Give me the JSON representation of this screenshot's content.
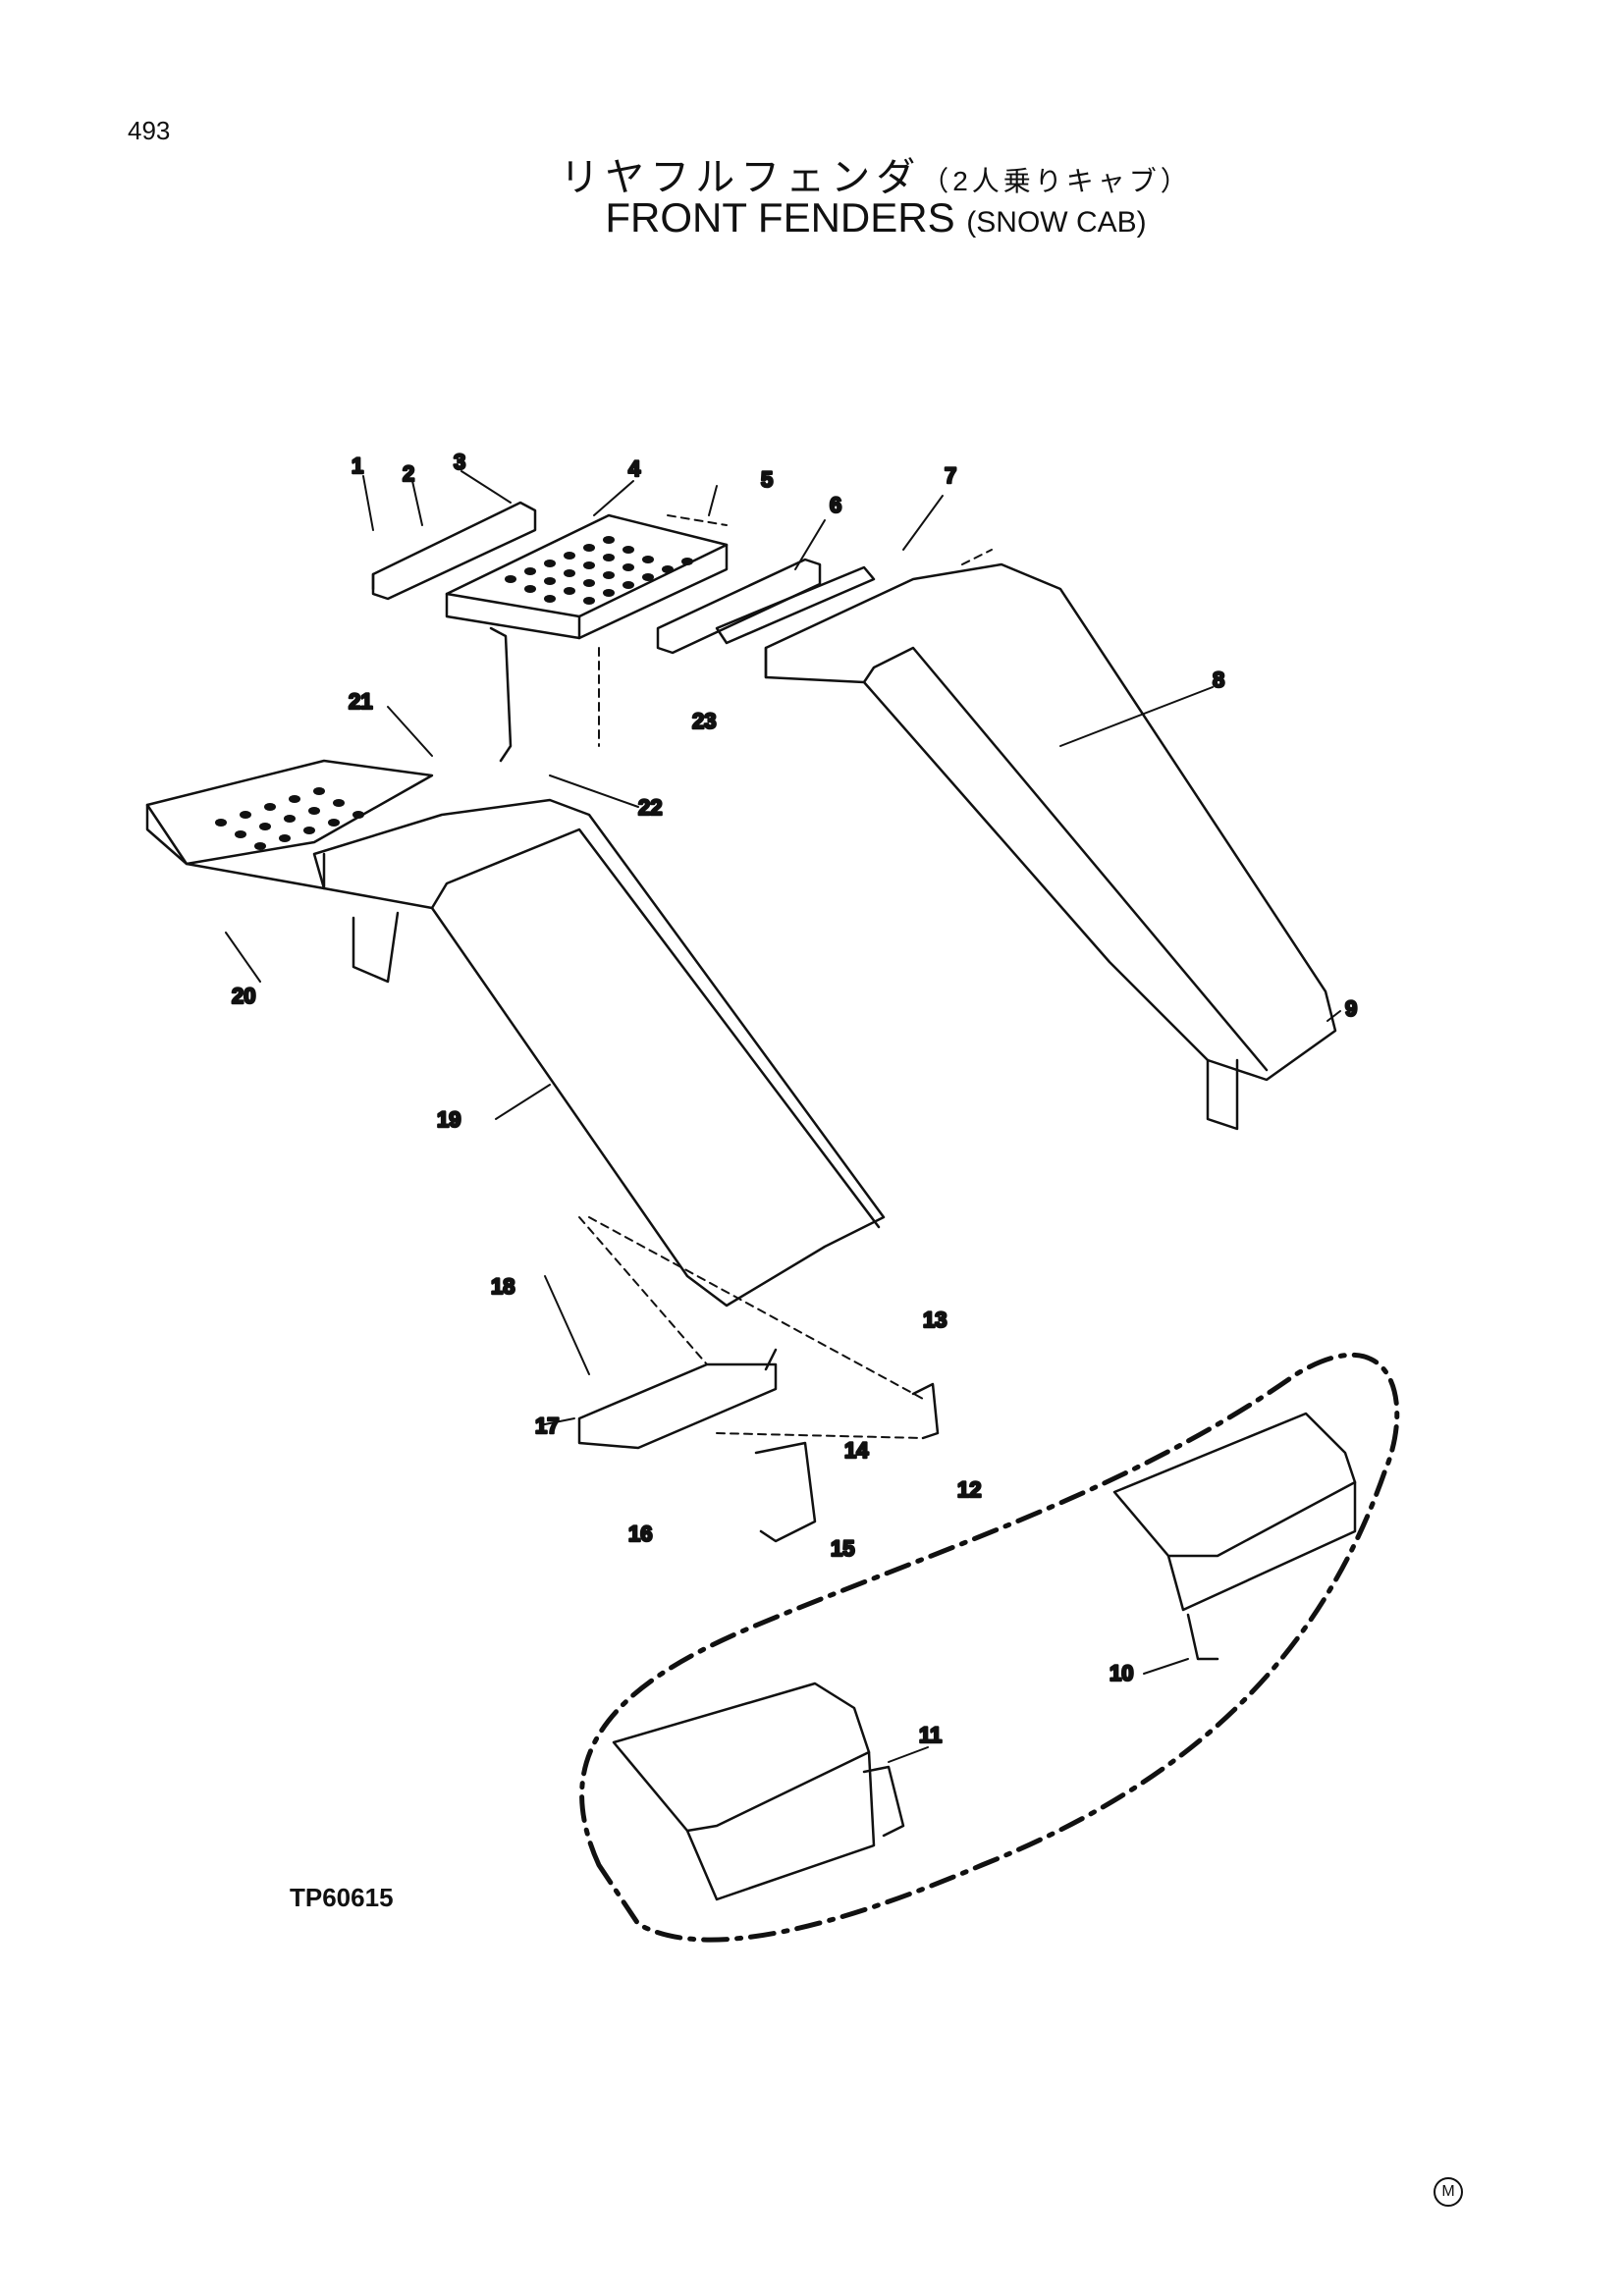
{
  "page": {
    "number": "493",
    "code": "TP60615",
    "mark": "M"
  },
  "title": {
    "jp": "リヤフルフェンダ",
    "jp_sub": "（2人乗りキャブ）",
    "en": "FRONT FENDERS",
    "en_sub": "(SNOW CAB)"
  },
  "callouts": [
    "1",
    "2",
    "3",
    "4",
    "5",
    "6",
    "7",
    "8",
    "9",
    "10",
    "11",
    "12",
    "13",
    "14",
    "15",
    "16",
    "17",
    "18",
    "19",
    "20",
    "21",
    "22",
    "23"
  ],
  "colors": {
    "ink": "#111111",
    "paper": "#ffffff"
  }
}
